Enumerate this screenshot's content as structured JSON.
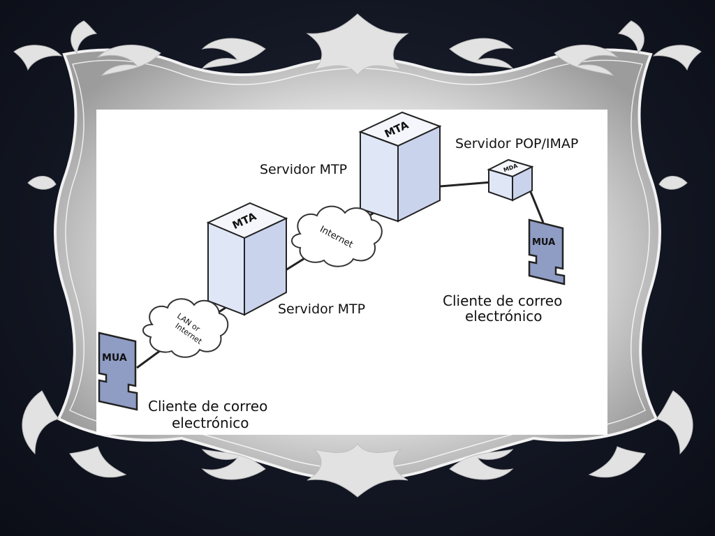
{
  "diagram": {
    "server_mtp_top": "Servidor MTP",
    "server_mtp_mid": "Servidor MTP",
    "server_pop_imap": "Servidor POP/IMAP",
    "mta_top": "MTA",
    "mta_mid": "MTA",
    "mda": "MDA",
    "cloud_internet": "Internet",
    "cloud_lan_line1": "LAN or",
    "cloud_lan_line2": "Internet",
    "mua_left": "MUA",
    "mua_right": "MUA",
    "client_left_line1": "Cliente de correo",
    "client_left_line2": "electrónico",
    "client_right_line1": "Cliente de correo",
    "client_right_line2": "electrónico"
  },
  "colors": {
    "box_front": "#dfe6f6",
    "box_side": "#c9d3ec",
    "mua_fill": "#8f9cc4",
    "frame_silver": "#d9d9d9",
    "background_dark": "#121622"
  }
}
